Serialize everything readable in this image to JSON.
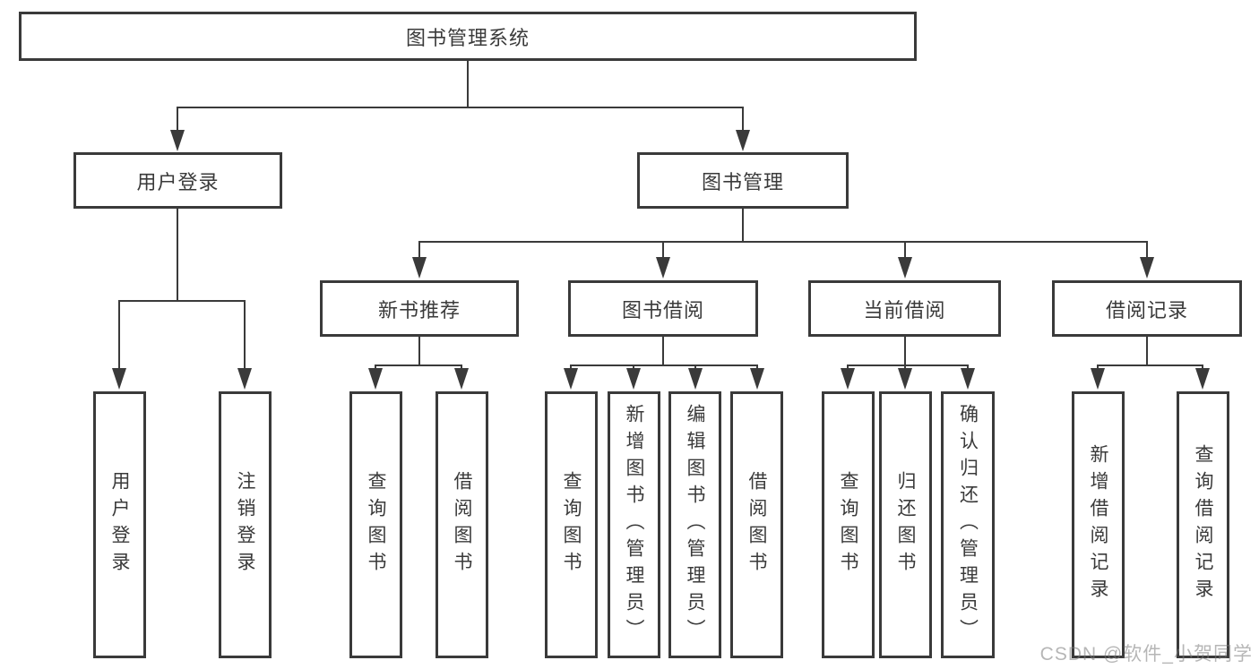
{
  "diagram": {
    "root": {
      "label": "图书管理系统",
      "children": [
        {
          "label": "用户登录",
          "children": [
            {
              "label": "用户登录"
            },
            {
              "label": "注销登录"
            }
          ]
        },
        {
          "label": "图书管理",
          "children": [
            {
              "label": "新书推荐",
              "children": [
                {
                  "label": "查询图书"
                },
                {
                  "label": "借阅图书"
                }
              ]
            },
            {
              "label": "图书借阅",
              "children": [
                {
                  "label": "查询图书"
                },
                {
                  "label": "新增图书（管理员）"
                },
                {
                  "label": "编辑图书（管理员）"
                },
                {
                  "label": "借阅图书"
                }
              ]
            },
            {
              "label": "当前借阅",
              "children": [
                {
                  "label": "查询图书"
                },
                {
                  "label": "归还图书"
                },
                {
                  "label": "确认归还（管理员）"
                }
              ]
            },
            {
              "label": "借阅记录",
              "children": [
                {
                  "label": "新增借阅记录"
                },
                {
                  "label": "查询借阅记录"
                }
              ]
            }
          ]
        }
      ]
    },
    "colors": {
      "line": "#3a3a3a",
      "text": "#3a3a3a",
      "box_background": "#ffffff",
      "watermark": "#7a7a7a"
    }
  },
  "watermark": {
    "text": "CSDN @软件_小贺同学"
  }
}
